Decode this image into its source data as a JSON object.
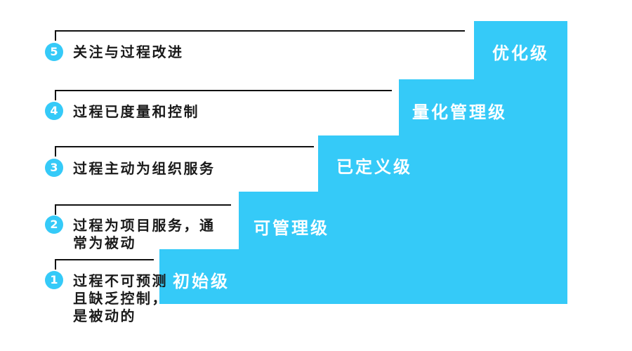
{
  "diagram": {
    "type": "staircase-maturity-model",
    "colors": {
      "accent": "#35caf8",
      "text": "#1a1a1a",
      "line": "#111111",
      "step_label": "#ffffff",
      "background": "#ffffff"
    },
    "levels": [
      {
        "number": "1",
        "step_label": "初始级",
        "desc_lines": [
          "过程不可预测",
          "且缺乏控制，",
          "是被动的"
        ]
      },
      {
        "number": "2",
        "step_label": "可管理级",
        "desc_lines": [
          "过程为项目服务，通",
          "常为被动"
        ]
      },
      {
        "number": "3",
        "step_label": "已定义级",
        "desc_lines": [
          "过程主动为组织服务"
        ]
      },
      {
        "number": "4",
        "step_label": "量化管理级",
        "desc_lines": [
          "过程已度量和控制"
        ]
      },
      {
        "number": "5",
        "step_label": "优化级",
        "desc_lines": [
          "关注与过程改进"
        ]
      }
    ]
  }
}
